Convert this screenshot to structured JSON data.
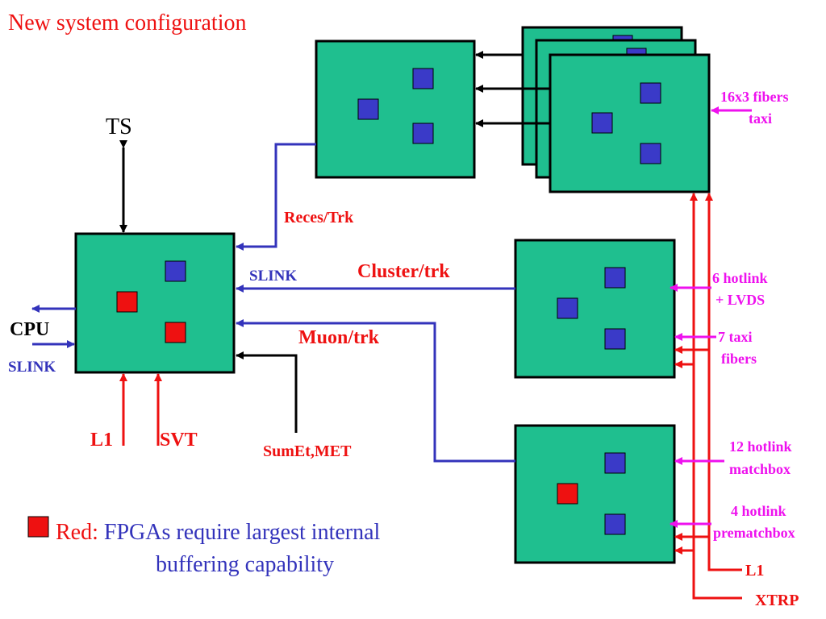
{
  "title": "New system configuration",
  "labels": {
    "ts": "TS",
    "cpu": "CPU",
    "slink_left": "SLINK",
    "slink_mid": "SLINK",
    "reces_trk": "Reces/Trk",
    "cluster_trk": "Cluster/trk",
    "muon_trk": "Muon/trk",
    "l1_bottom": "L1",
    "svt": "SVT",
    "sumet_met": "SumEt,MET",
    "fibers_16x3_line1": "16x3 fibers",
    "fibers_16x3_line2": "taxi",
    "hotlink6_line1": "6 hotlink",
    "hotlink6_line2": "+ LVDS",
    "taxi7_line1": "7 taxi",
    "taxi7_line2": "fibers",
    "hotlink12_line1": "12 hotlink",
    "hotlink12_line2": "matchbox",
    "hotlink4_line1": "4 hotlink",
    "hotlink4_line2": "prematchbox",
    "l1_right": "L1",
    "xtrp": "XTRP"
  },
  "legend": {
    "prefix": "Red:",
    "line1": " FPGAs require largest internal",
    "line2": "buffering  capability"
  },
  "colors": {
    "board": "#1fbf8f",
    "chip_blue": "#3a3ac8",
    "chip_red": "#ee1111",
    "title_red": "#ee1111",
    "slink_blue": "#3333bb",
    "magenta": "#ee11ee",
    "black": "#000000"
  }
}
